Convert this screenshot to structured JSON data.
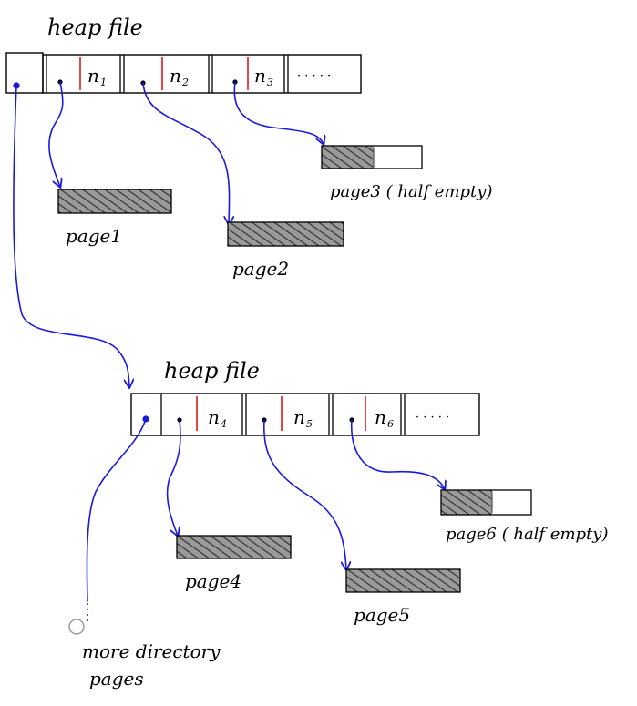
{
  "directories": [
    {
      "title": "heap file",
      "slots": [
        {
          "count": "n",
          "sub": "1",
          "page_label": "page1"
        },
        {
          "count": "n",
          "sub": "2",
          "page_label": "page2"
        },
        {
          "count": "n",
          "sub": "3",
          "page_label": "page3 ( half empty)",
          "half_empty": true
        }
      ],
      "ellipsis": "· · · · ·"
    },
    {
      "title": "heap file",
      "slots": [
        {
          "count": "n",
          "sub": "4",
          "page_label": "page4"
        },
        {
          "count": "n",
          "sub": "5",
          "page_label": "page5"
        },
        {
          "count": "n",
          "sub": "6",
          "page_label": "page6 ( half empty)",
          "half_empty": true
        }
      ],
      "ellipsis": "· · · · ·"
    }
  ],
  "more_directory_label_line1": "more directory",
  "more_directory_label_line2": "pages",
  "colors": {
    "pointer_blue": "#1a1adf",
    "count_divider_red": "#e01818",
    "page_hatch": "#6f6f6f"
  }
}
